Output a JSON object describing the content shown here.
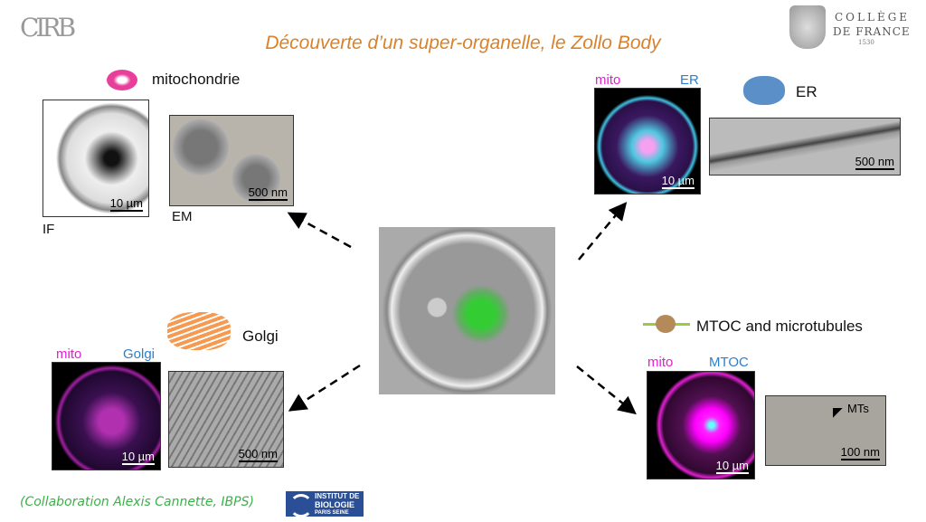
{
  "title": "Découverte d’un super-organelle, le Zollo Body",
  "logos": {
    "cirb": "CIRB",
    "college": [
      "COLLÈGE",
      "DE FRANCE",
      "1530"
    ],
    "ibps": [
      "INSTITUT DE",
      "BIOLOGIE",
      "PARIS SEINE"
    ]
  },
  "mito": {
    "label": "mitochondrie",
    "if_label": "IF",
    "em_label": "EM",
    "if_scale": "10 µm",
    "em_scale": "500 nm"
  },
  "er": {
    "label": "ER",
    "ch1": "mito",
    "ch2": "ER",
    "if_scale": "10 µm",
    "em_scale": "500 nm"
  },
  "golgi": {
    "label": "Golgi",
    "ch1": "mito",
    "ch2": "Golgi",
    "if_scale": "10 µm",
    "em_scale": "500 nm"
  },
  "mtoc": {
    "label": "MTOC and microtubules",
    "ch1": "mito",
    "ch2": "MTOC",
    "if_scale": "10 µm",
    "em_scale": "100 nm",
    "mts": "MTs"
  },
  "footer": "(Collaboration Alexis Cannette, IBPS)",
  "colors": {
    "title": "#d9822b",
    "footer": "#3cb04a",
    "magenta": "#e020d0",
    "blue": "#2a7fd0"
  }
}
